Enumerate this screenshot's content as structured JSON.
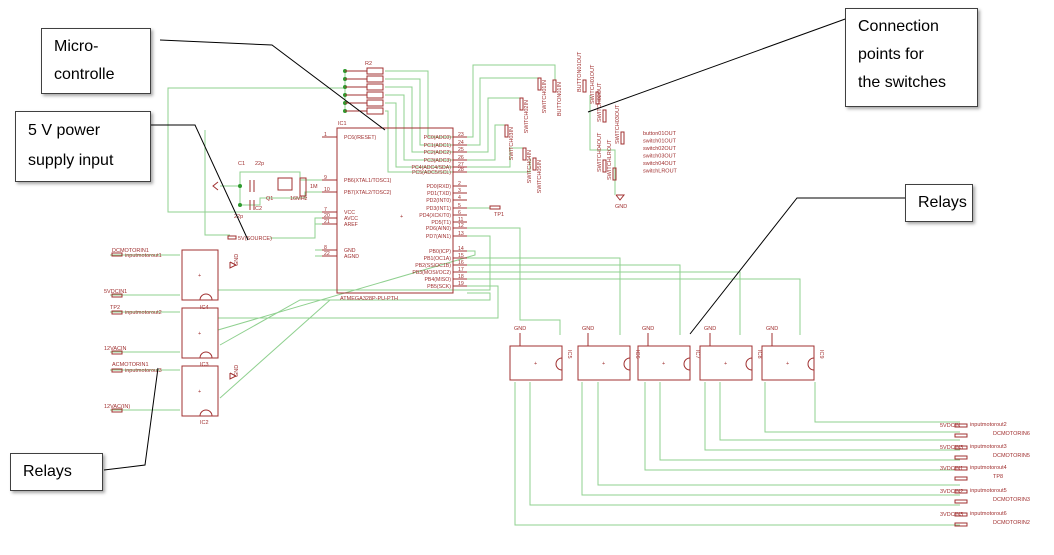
{
  "callouts": {
    "micro": "Micro-\ncontrolle",
    "power": "5 V power\nsupply input",
    "connection": "Connection\npoints for\nthe switches",
    "relays_right": "Relays",
    "relays_left": "Relays"
  },
  "mcu": {
    "ref": "IC1",
    "part": "ATMEGA328P-PU-PTH",
    "left_pins": [
      "PC6(/RESET)",
      "PB6(XTAL1/TOSC1)",
      "PB7(XTAL2/TOSC2)",
      "VCC",
      "AVCC",
      "AREF",
      "GND",
      "AGND"
    ],
    "left_nums": [
      "1",
      "9",
      "10",
      "7",
      "20",
      "21",
      "8",
      "22"
    ],
    "right_pins": [
      "PC0(ADC0)",
      "PC1(ADC1)",
      "PC2(ADC2)",
      "PC3(ADC3)",
      "PC4(ADC4/SDA)",
      "PC5(ADC5/SCL)",
      "PD0(RXD)",
      "PD1(TXD)",
      "PD2(INT0)",
      "PD3(INT1)",
      "PD4(XCK/T0)",
      "PD5(T1)",
      "PD6(AIN0)",
      "PD7(AIN1)",
      "PB0(ICP)",
      "PB1(OC1A)",
      "PB2(SS/OC1B)",
      "PB3(MOSI/OC2)",
      "PB4(MISO)",
      "PB5(SCK)"
    ],
    "right_nums": [
      "23",
      "24",
      "25",
      "26",
      "27",
      "28",
      "2",
      "3",
      "4",
      "5",
      "6",
      "11",
      "12",
      "13",
      "14",
      "15",
      "16",
      "17",
      "18",
      "19"
    ]
  },
  "resistor_ref": "R2",
  "crystal": {
    "c1": "C1",
    "c1v": "22p",
    "c2": "C2",
    "c2v": "22p",
    "q": "Q1",
    "qv": "16MHz",
    "r": "1M"
  },
  "labels": {
    "gnd": "GND",
    "source": "5V(SOURCE)",
    "tp1": "TP1",
    "dcmotorin1": "DCMOTORIN1",
    "inputmotorout1": "inputmotorout1",
    "svdcin1": "5VDCIN1",
    "tp2": "TP2",
    "inputmotorout2": "inputmotorout2",
    "v12acin": "12VACIN",
    "acmotorin1": "ACMOTORIN1",
    "inputmotorout3": "inputmotorout3",
    "v12acin2": "12VAC(IN)",
    "ic4": "IC4",
    "ic3": "IC3",
    "ic2": "IC2"
  },
  "switch_labels": [
    "BUTTON01IN",
    "SWITCH01IN",
    "SWITCH02IN",
    "SWITCH03IN",
    "SWITCH04IN",
    "SWITCH05IN"
  ],
  "switch_out_labels": [
    "BUTTON01OUT",
    "SWITCH01OUT",
    "SWITCH02OUT",
    "SWITCH03OUT",
    "SWITCH04OUT",
    "SWITCHLROUT"
  ],
  "switch_out_list": [
    "button01OUT",
    "switch01OUT",
    "switch02OUT",
    "switch03OUT",
    "switch04OUT",
    "switchLROUT"
  ],
  "relay_refs": [
    "IC5",
    "IC6",
    "IC7",
    "IC8",
    "IC9"
  ],
  "bottom_nets": [
    {
      "left": "5VDCIN",
      "mid": "inputmotorout2",
      "right": "DCMOTORIN6"
    },
    {
      "left": "5VDCIN3",
      "mid": "inputmotorout3",
      "right": "DCMOTORIN5"
    },
    {
      "left": "3VDCIN1",
      "mid": "inputmotorout4",
      "right": "TP8"
    },
    {
      "left": "3VDCIN2",
      "mid": "inputmotorout5",
      "right": "DCMOTORIN3"
    },
    {
      "left": "3VDCIN3",
      "mid": "inputmotorout6",
      "right": "DCMOTORIN2"
    }
  ],
  "colors": {
    "wire": "#8fd08f",
    "part": "#a03030",
    "junction": "#2e9a2e"
  }
}
